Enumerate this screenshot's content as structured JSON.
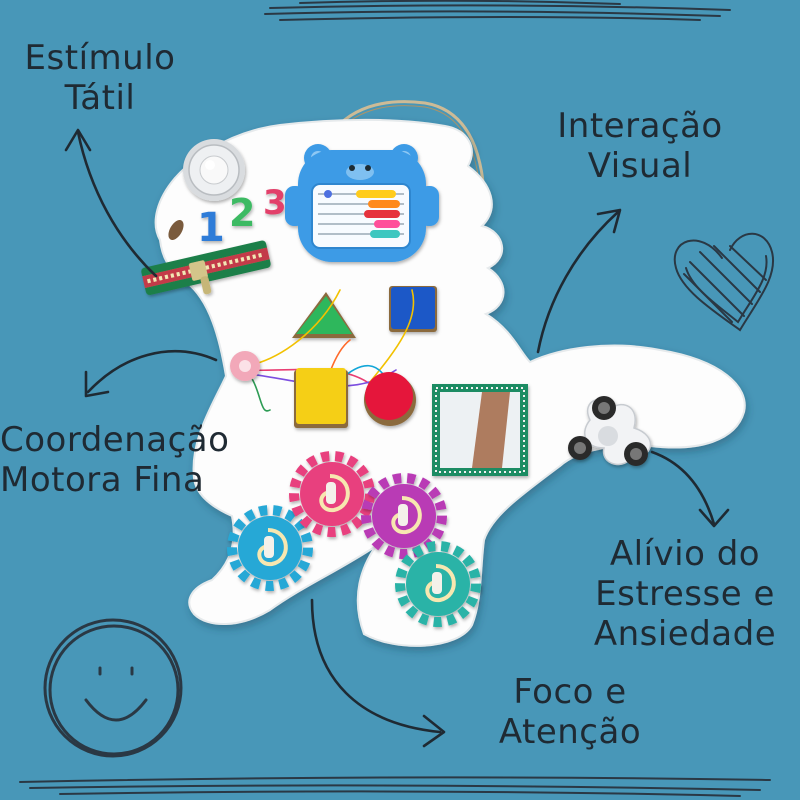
{
  "labels": {
    "tactile": [
      "Estímulo",
      "Tátil"
    ],
    "visual": [
      "Interação",
      "Visual"
    ],
    "motor": [
      "Coordenação",
      "Motora Fina"
    ],
    "stress": [
      "Alívio do",
      "Estresse e",
      "Ansiedade"
    ],
    "focus": [
      "Foco e",
      "Atenção"
    ]
  },
  "board": {
    "numbers": [
      "1",
      "2",
      "3"
    ]
  },
  "colors": {
    "background": "#4897b8",
    "board": "#ffffff",
    "ink": "#1f2a33",
    "gear_cyan": "#27a8d6",
    "gear_pink": "#e8417e",
    "gear_purple": "#b93bb5",
    "gear_teal": "#2ab3a7",
    "abacus_blue": "#3d9be6"
  }
}
